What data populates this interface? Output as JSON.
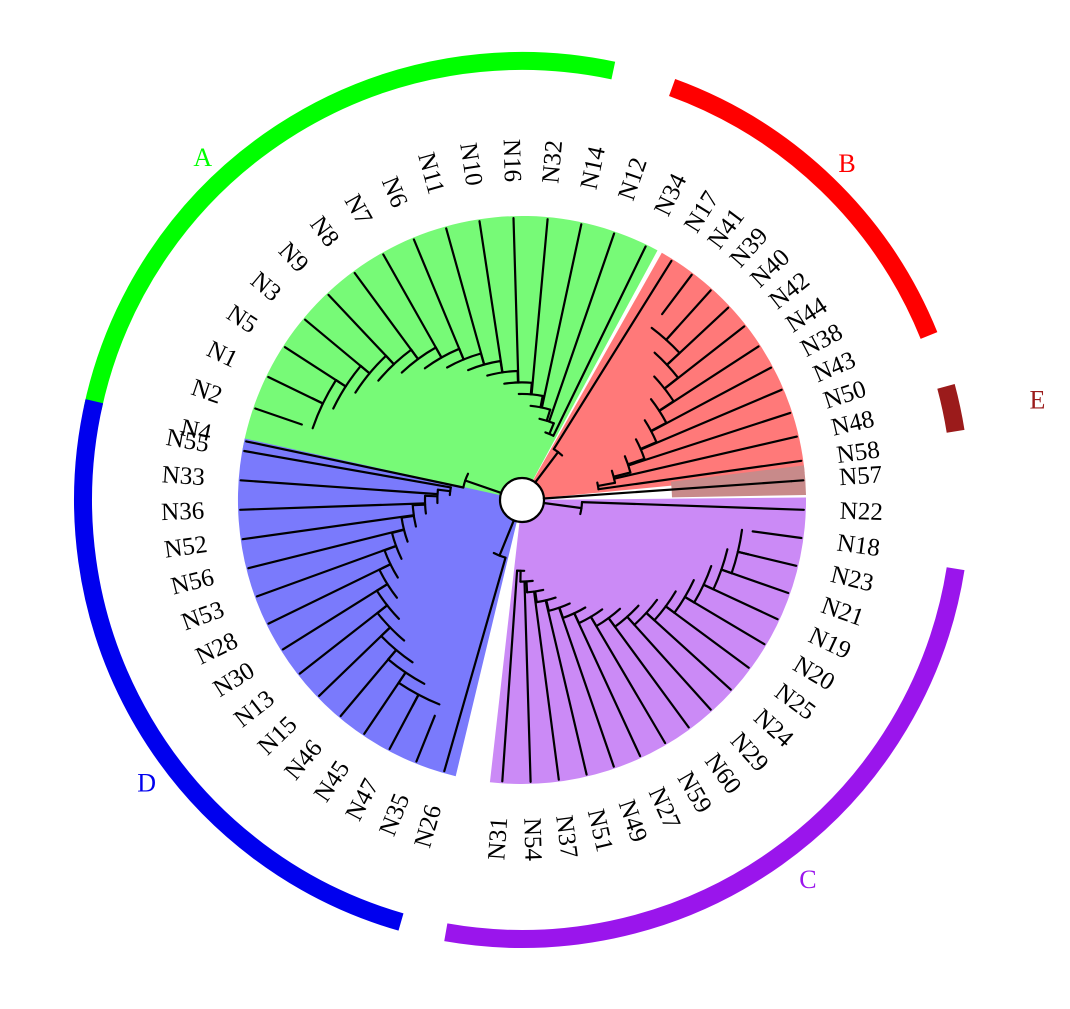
{
  "clusters": [
    {
      "letter": "A",
      "color": "#00ff00",
      "shade": "#77fa77",
      "leaves": [
        "N4",
        "N2",
        "N1",
        "N5",
        "N3",
        "N9",
        "N8",
        "N7",
        "N6",
        "N11",
        "N10",
        "N16",
        "N32",
        "N14",
        "N12",
        "N34"
      ]
    },
    {
      "letter": "B",
      "color": "#ff0000",
      "shade": "#ff7979",
      "leaves": [
        "N17",
        "N41",
        "N39",
        "N40",
        "N42",
        "N44",
        "N38",
        "N43",
        "N50",
        "N48",
        "N58"
      ]
    },
    {
      "letter": "E",
      "color": "#9b1b1b",
      "shade": "#c88a8a",
      "leaves": [
        "N57"
      ]
    },
    {
      "letter": "C",
      "color": "#9a15ec",
      "shade": "#cb8af6",
      "leaves": [
        "N22",
        "N18",
        "N23",
        "N21",
        "N19",
        "N20",
        "N25",
        "N24",
        "N29",
        "N60",
        "N59",
        "N27",
        "N49",
        "N51",
        "N37",
        "N54",
        "N31"
      ]
    },
    {
      "letter": "D",
      "color": "#0000ee",
      "shade": "#7a7afc",
      "leaves": [
        "N26",
        "N35",
        "N47",
        "N45",
        "N46",
        "N15",
        "N13",
        "N30",
        "N28",
        "N53",
        "N56",
        "N52",
        "N36",
        "N33",
        "N55"
      ]
    }
  ]
}
